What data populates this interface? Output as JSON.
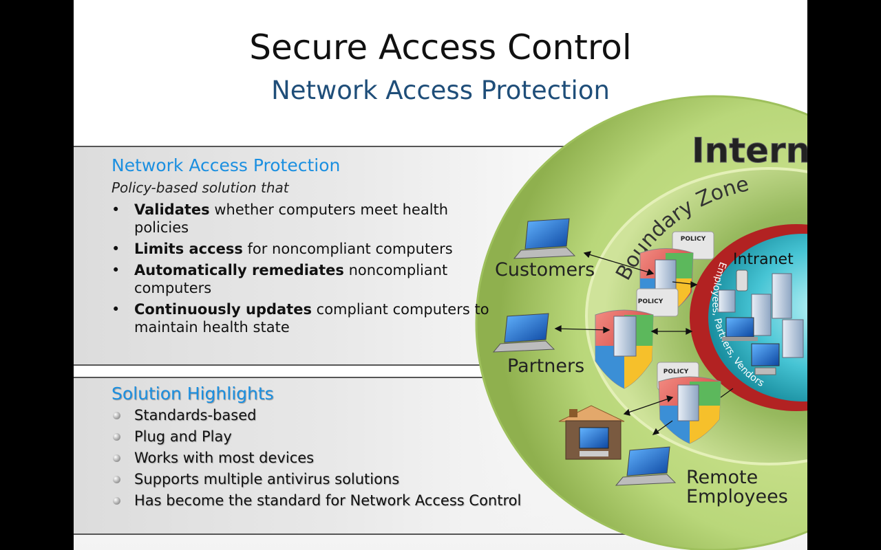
{
  "slide": {
    "title": "Secure Access Control",
    "subtitle": "Network Access Protection"
  },
  "nap_panel": {
    "heading": "Network Access Protection",
    "lead": "Policy-based solution that",
    "bullets": [
      {
        "bold": "Validates",
        "rest": " whether computers meet health policies"
      },
      {
        "bold": "Limits access",
        "rest": " for noncompliant computers"
      },
      {
        "bold": "Automatically remediates",
        "rest": " noncompliant computers"
      },
      {
        "bold": "Continuously updates",
        "rest": " compliant computers to maintain health state"
      }
    ]
  },
  "highlights_panel": {
    "heading": "Solution Highlights",
    "items": [
      "Standards-based",
      "Plug and Play",
      "Works with most devices",
      "Supports multiple antivirus solutions",
      "Has become the standard for Network Access Control"
    ]
  },
  "diagram": {
    "internet_label": "Internet",
    "boundary_label": "Boundary Zone",
    "intranet_label": "Intranet",
    "ring_label": "Employees, Partners, Vendors",
    "policy_label": "POLICY",
    "customers_label": "Customers",
    "partners_label": "Partners",
    "remote_label_1": "Remote",
    "remote_label_2": "Employees",
    "colors": {
      "outer_zone": "#b9d77a",
      "boundary_zone": "#9fbf63",
      "intranet_zone": "#46c4d4",
      "ring": "#b22222"
    }
  }
}
